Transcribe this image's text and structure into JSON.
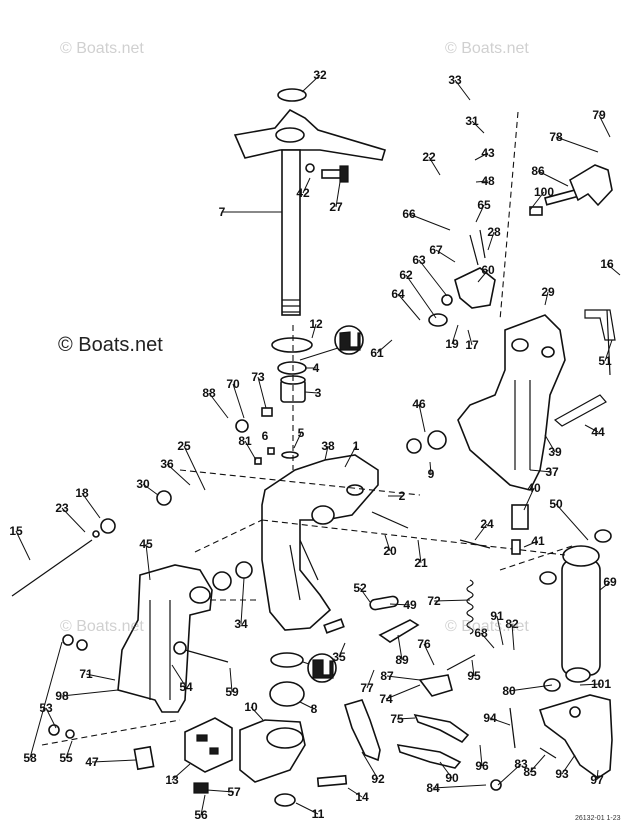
{
  "watermark": {
    "main": "© Boats.net",
    "faint": "© Boats.net"
  },
  "footer_code": "26132-01 1-23",
  "callouts": [
    "1",
    "2",
    "3",
    "4",
    "5",
    "6",
    "7",
    "8",
    "9",
    "10",
    "11",
    "12",
    "13",
    "14",
    "15",
    "16",
    "17",
    "18",
    "19",
    "20",
    "21",
    "22",
    "23",
    "24",
    "25",
    "27",
    "28",
    "29",
    "30",
    "31",
    "32",
    "33",
    "34",
    "35",
    "36",
    "37",
    "38",
    "39",
    "40",
    "41",
    "42",
    "43",
    "44",
    "45",
    "46",
    "47",
    "48",
    "49",
    "50",
    "51",
    "52",
    "53",
    "54",
    "55",
    "56",
    "57",
    "58",
    "59",
    "60",
    "61",
    "62",
    "63",
    "64",
    "65",
    "66",
    "67",
    "68",
    "69",
    "70",
    "71",
    "72",
    "73",
    "74",
    "75",
    "76",
    "77",
    "78",
    "79",
    "80",
    "81",
    "82",
    "83",
    "84",
    "85",
    "86",
    "87",
    "88",
    "89",
    "90",
    "91",
    "92",
    "93",
    "94",
    "95",
    "96",
    "97",
    "98",
    "100",
    "101"
  ]
}
